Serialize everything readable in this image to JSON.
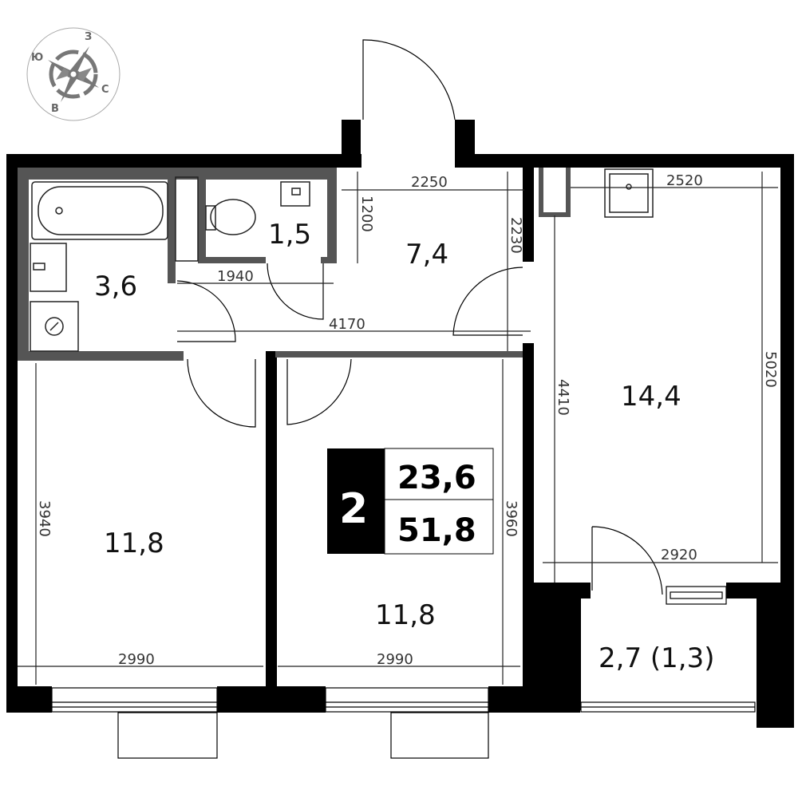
{
  "compass": {
    "north_label": "З",
    "east_label": "С",
    "south_label": "В",
    "west_label": "Ю"
  },
  "summary": {
    "rooms": "2",
    "living_area": "23,6",
    "total_area": "51,8"
  },
  "rooms": {
    "bathroom": "3,6",
    "toilet": "1,5",
    "hall": "7,4",
    "kitchen": "14,4",
    "bedroom_left": "11,8",
    "bedroom_right": "11,8",
    "balcony": "2,7 (1,3)"
  },
  "dimensions": {
    "hall_width": "2250",
    "hall_depth": "1200",
    "hall_height": "2230",
    "corridor": "4170",
    "bath_width": "1940",
    "kitchen_width": "2520",
    "kitchen_length": "5020",
    "kitchen_inner": "4410",
    "kitchen_bottom": "2920",
    "left_height": "3940",
    "left_width": "2990",
    "right_height": "3960",
    "right_width": "2990"
  },
  "colors": {
    "wall": "#000000",
    "partition": "#555555",
    "line": "#222222"
  }
}
